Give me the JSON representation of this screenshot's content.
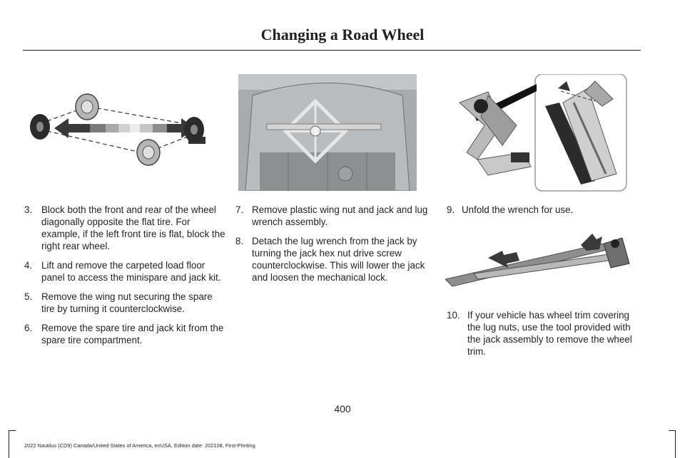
{
  "header": {
    "title": "Changing a Road Wheel"
  },
  "steps": [
    {
      "num": "3.",
      "text": "Block both the front and rear of the wheel diagonally opposite the flat tire. For example, if the left front tire is flat, block the right rear wheel."
    },
    {
      "num": "4.",
      "text": "Lift and remove the carpeted load floor panel to access the minispare and jack kit."
    },
    {
      "num": "5.",
      "text": "Remove the wing nut securing the spare tire by turning it counterclockwise."
    },
    {
      "num": "6.",
      "text": "Remove the spare tire and jack kit from the spare tire compartment."
    },
    {
      "num": "7.",
      "text": "Remove plastic wing nut and jack and lug wrench assembly."
    },
    {
      "num": "8.",
      "text": "Detach the lug wrench from the jack by turning the jack hex nut drive screw counterclockwise. This will lower the jack and loosen the mechanical lock."
    },
    {
      "num": "9.",
      "text": "Unfold the wrench for use."
    },
    {
      "num": "10.",
      "text": "If your vehicle has wheel trim covering the lug nuts, use the tool provided with the jack assembly to remove the wheel trim."
    }
  ],
  "page_number": "400",
  "footer": "2022 Nautilus (CD9) Canada/United States of America, enUSA, Edition date: 202108, First-Printing",
  "colors": {
    "text": "#231f20",
    "figure_gray": "#9a9a9a",
    "arrow_dark": "#3a3a3a"
  }
}
